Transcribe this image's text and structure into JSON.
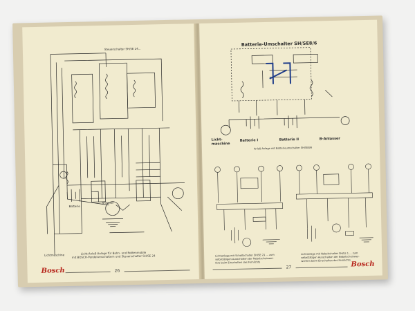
{
  "left_page": {
    "page_number": "26",
    "brand": "Bosch",
    "diagram_top_label": "Steuerschalter SH/SE 24...",
    "caption_lines": [
      "Licht-Anlaß-Anlage für Bahn- und Rottenmobile",
      "mit BOSCH-Pendelumschaltern und Steuerschalter SH/SE 24"
    ],
    "labels": {
      "lichtmaschine": "Lichtmaschine",
      "batterie": "Batterie",
      "anlasser": "Anlasser"
    }
  },
  "right_page": {
    "page_number": "27",
    "brand": "Bosch",
    "top_diagram": {
      "title": "Batterie-Umschalter SH/SE8/6",
      "label_lichtmaschine_line1": "Licht-",
      "label_lichtmaschine_line2": "maschine",
      "label_batterie_1": "Batterie I",
      "label_batterie_2": "Batterie II",
      "label_anlasser": "B-Anlasser",
      "caption": "Anlaß-Anlage mit Batterieumschalter SH/SE8/6"
    },
    "bottom_left_caption_lines": [
      "Lichtanlage mit Schaltschalter SH/SE 21 ... zum",
      "selbsttätigen Ausschalten der Nebelscheinwer-",
      "fers beim Einschalten des Fernlichts"
    ],
    "bottom_right_caption_lines": [
      "Lichtanlage mit Nebelschalter SH/LE 1 ... zum",
      "selbsttätigen Ausschalten der Nebelscheinwer-",
      "werfers beim Einschalten des Fernlichts"
    ]
  }
}
